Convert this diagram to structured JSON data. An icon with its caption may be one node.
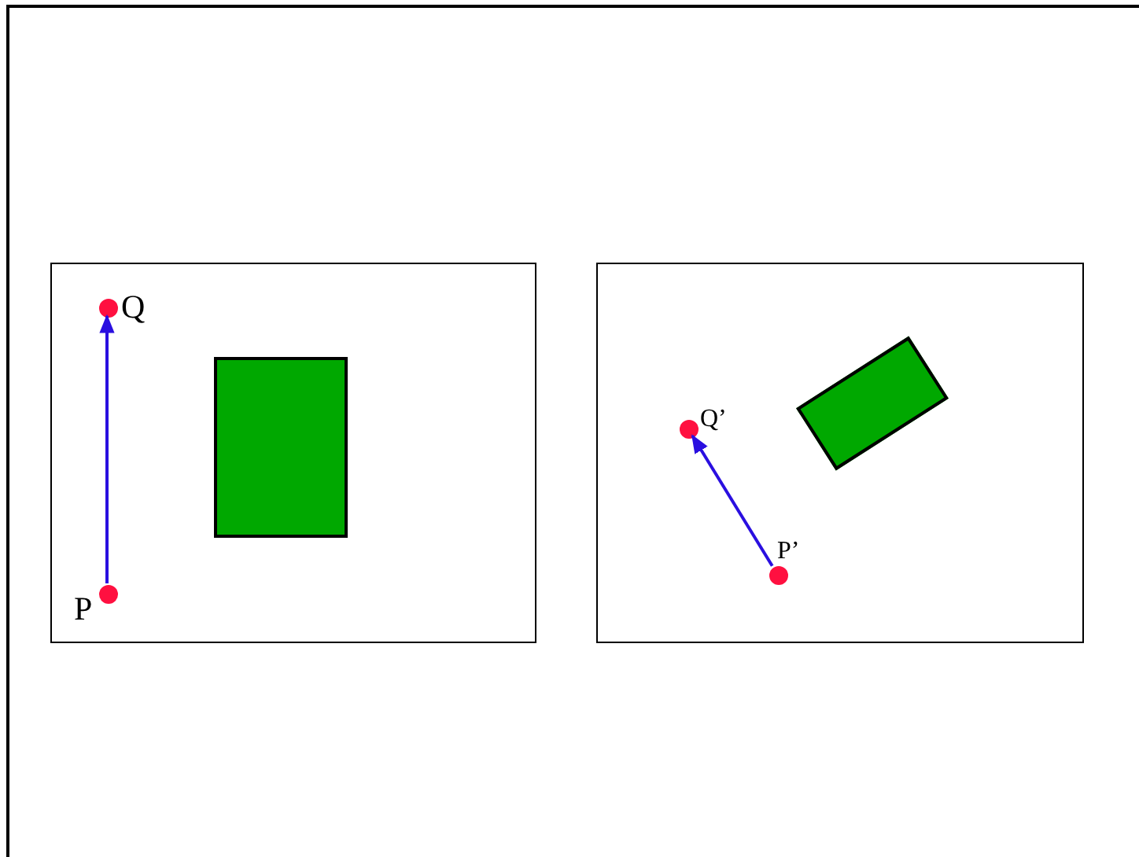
{
  "diagram": {
    "nodes": [
      {
        "text": [],
        "shape": "box"
      },
      {
        "text": [],
        "shape": "circle",
        "beside": [
          "Q"
        ],
        "in": 0
      },
      {
        "text": [],
        "shape": "box",
        "in": 0
      },
      {
        "text": [],
        "shape": "circle",
        "beside": [
          "P"
        ],
        "in": 0
      },
      {
        "text": [],
        "shape": "box"
      },
      {
        "text": [],
        "shape": "box",
        "in": 4
      },
      {
        "text": [],
        "shape": "circle",
        "beside": [
          "Q’"
        ],
        "in": 4
      },
      {
        "text": [],
        "shape": "circle",
        "beside": [
          "P’"
        ],
        "in": 4
      }
    ],
    "edges": [
      {
        "from": 3,
        "to": 1,
        "arrow": "to"
      },
      {
        "from": 7,
        "to": 6,
        "arrow": "to"
      }
    ]
  }
}
